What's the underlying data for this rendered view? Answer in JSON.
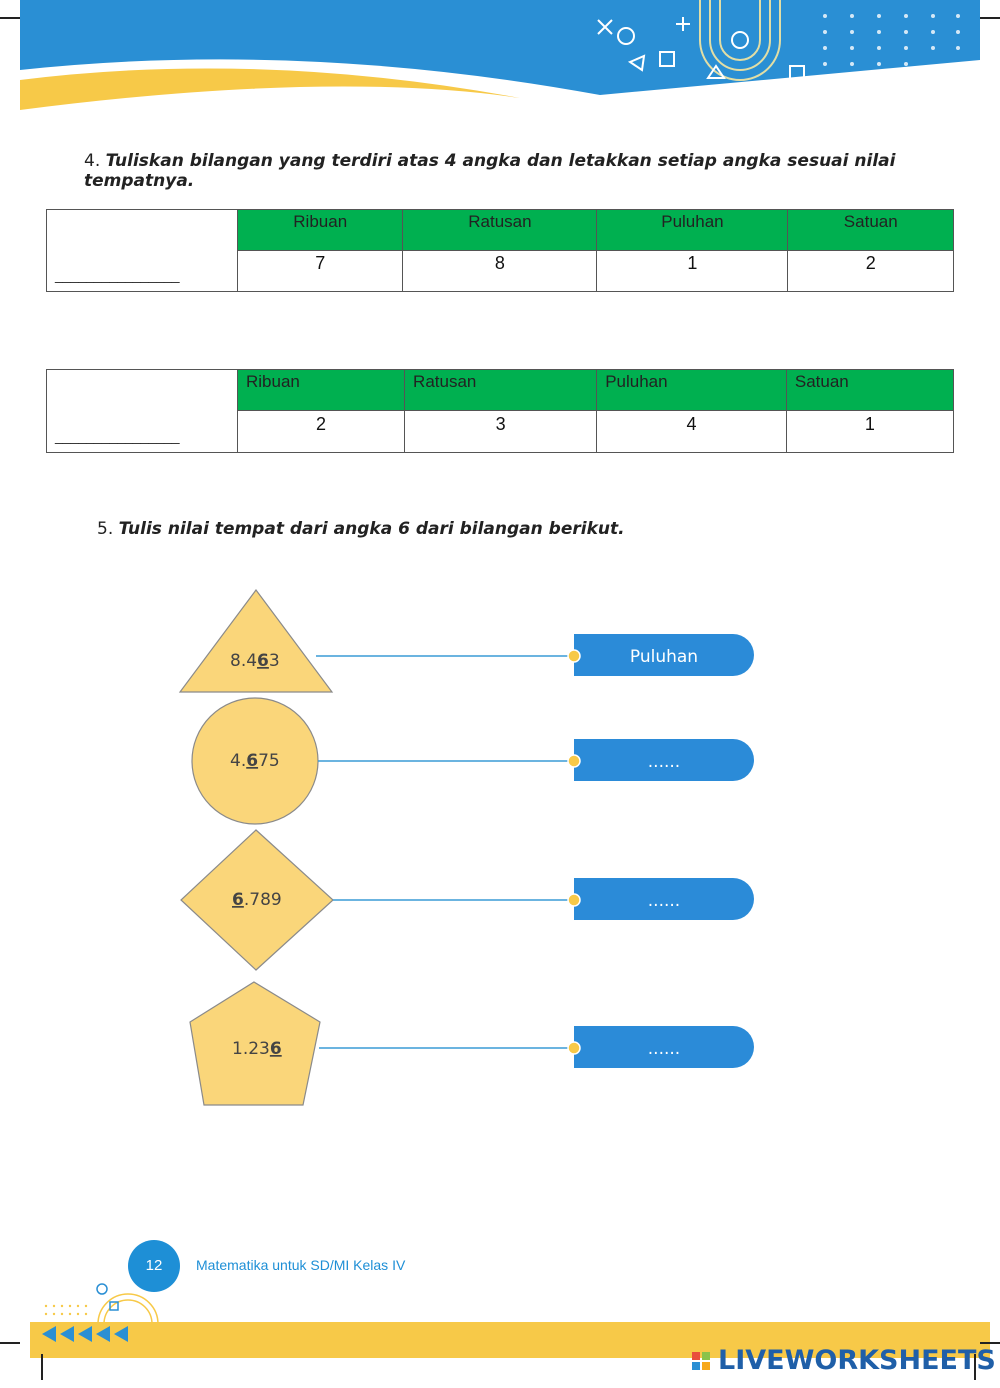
{
  "question4": {
    "number": "4.",
    "text": "Tuliskan bilangan yang terdiri atas 4 angka dan letakkan setiap angka sesuai nilai tempatnya."
  },
  "tables": [
    {
      "answer_blank": "________________",
      "headers": [
        "Ribuan",
        "Ratusan",
        "Puluhan",
        "Satuan"
      ],
      "values": [
        "7",
        "8",
        "1",
        "2"
      ]
    },
    {
      "answer_blank": "________________",
      "headers": [
        "Ribuan",
        "Ratusan",
        "Puluhan",
        "Satuan"
      ],
      "values": [
        "2",
        "3",
        "4",
        "1"
      ]
    }
  ],
  "question5": {
    "number": "5.",
    "text": "Tulis nilai tempat dari angka 6 dari bilangan berikut."
  },
  "matching": [
    {
      "shape": "triangle",
      "number_pre": "8.4",
      "number_digit": "6",
      "number_post": "3",
      "answer": "Puluhan"
    },
    {
      "shape": "circle",
      "number_pre": "4.",
      "number_digit": "6",
      "number_post": "75",
      "answer": "......"
    },
    {
      "shape": "diamond",
      "number_pre": "",
      "number_digit": "6",
      "number_post": ".789",
      "answer": "......"
    },
    {
      "shape": "pentagon",
      "number_pre": "1.23",
      "number_digit": "6",
      "number_post": "",
      "answer": "......"
    }
  ],
  "footer": {
    "page_number": "12",
    "book_title": "Matematika untuk SD/MI Kelas IV",
    "brand": "LIVEWORKSHEETS"
  },
  "colors": {
    "banner_blue": "#2a8fd4",
    "banner_yellow": "#f7c948",
    "table_header_green": "#00b050",
    "shape_fill": "#fad67a",
    "pill_blue": "#2b8bd8"
  }
}
